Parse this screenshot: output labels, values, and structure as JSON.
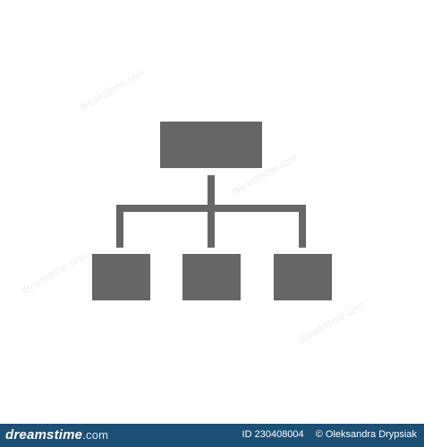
{
  "watermark": {
    "text": "dreamstime.com",
    "color": "#ececec"
  },
  "illustration": {
    "icon": "hierarchy-org-chart-icon",
    "fill_color": "#666666"
  },
  "footer": {
    "background": "#1c4f74",
    "brand_main": "dreamstime",
    "brand_sub": ".com",
    "id_text": "ID 230408004",
    "author_text": "© Oleksandra Drypsiak"
  }
}
